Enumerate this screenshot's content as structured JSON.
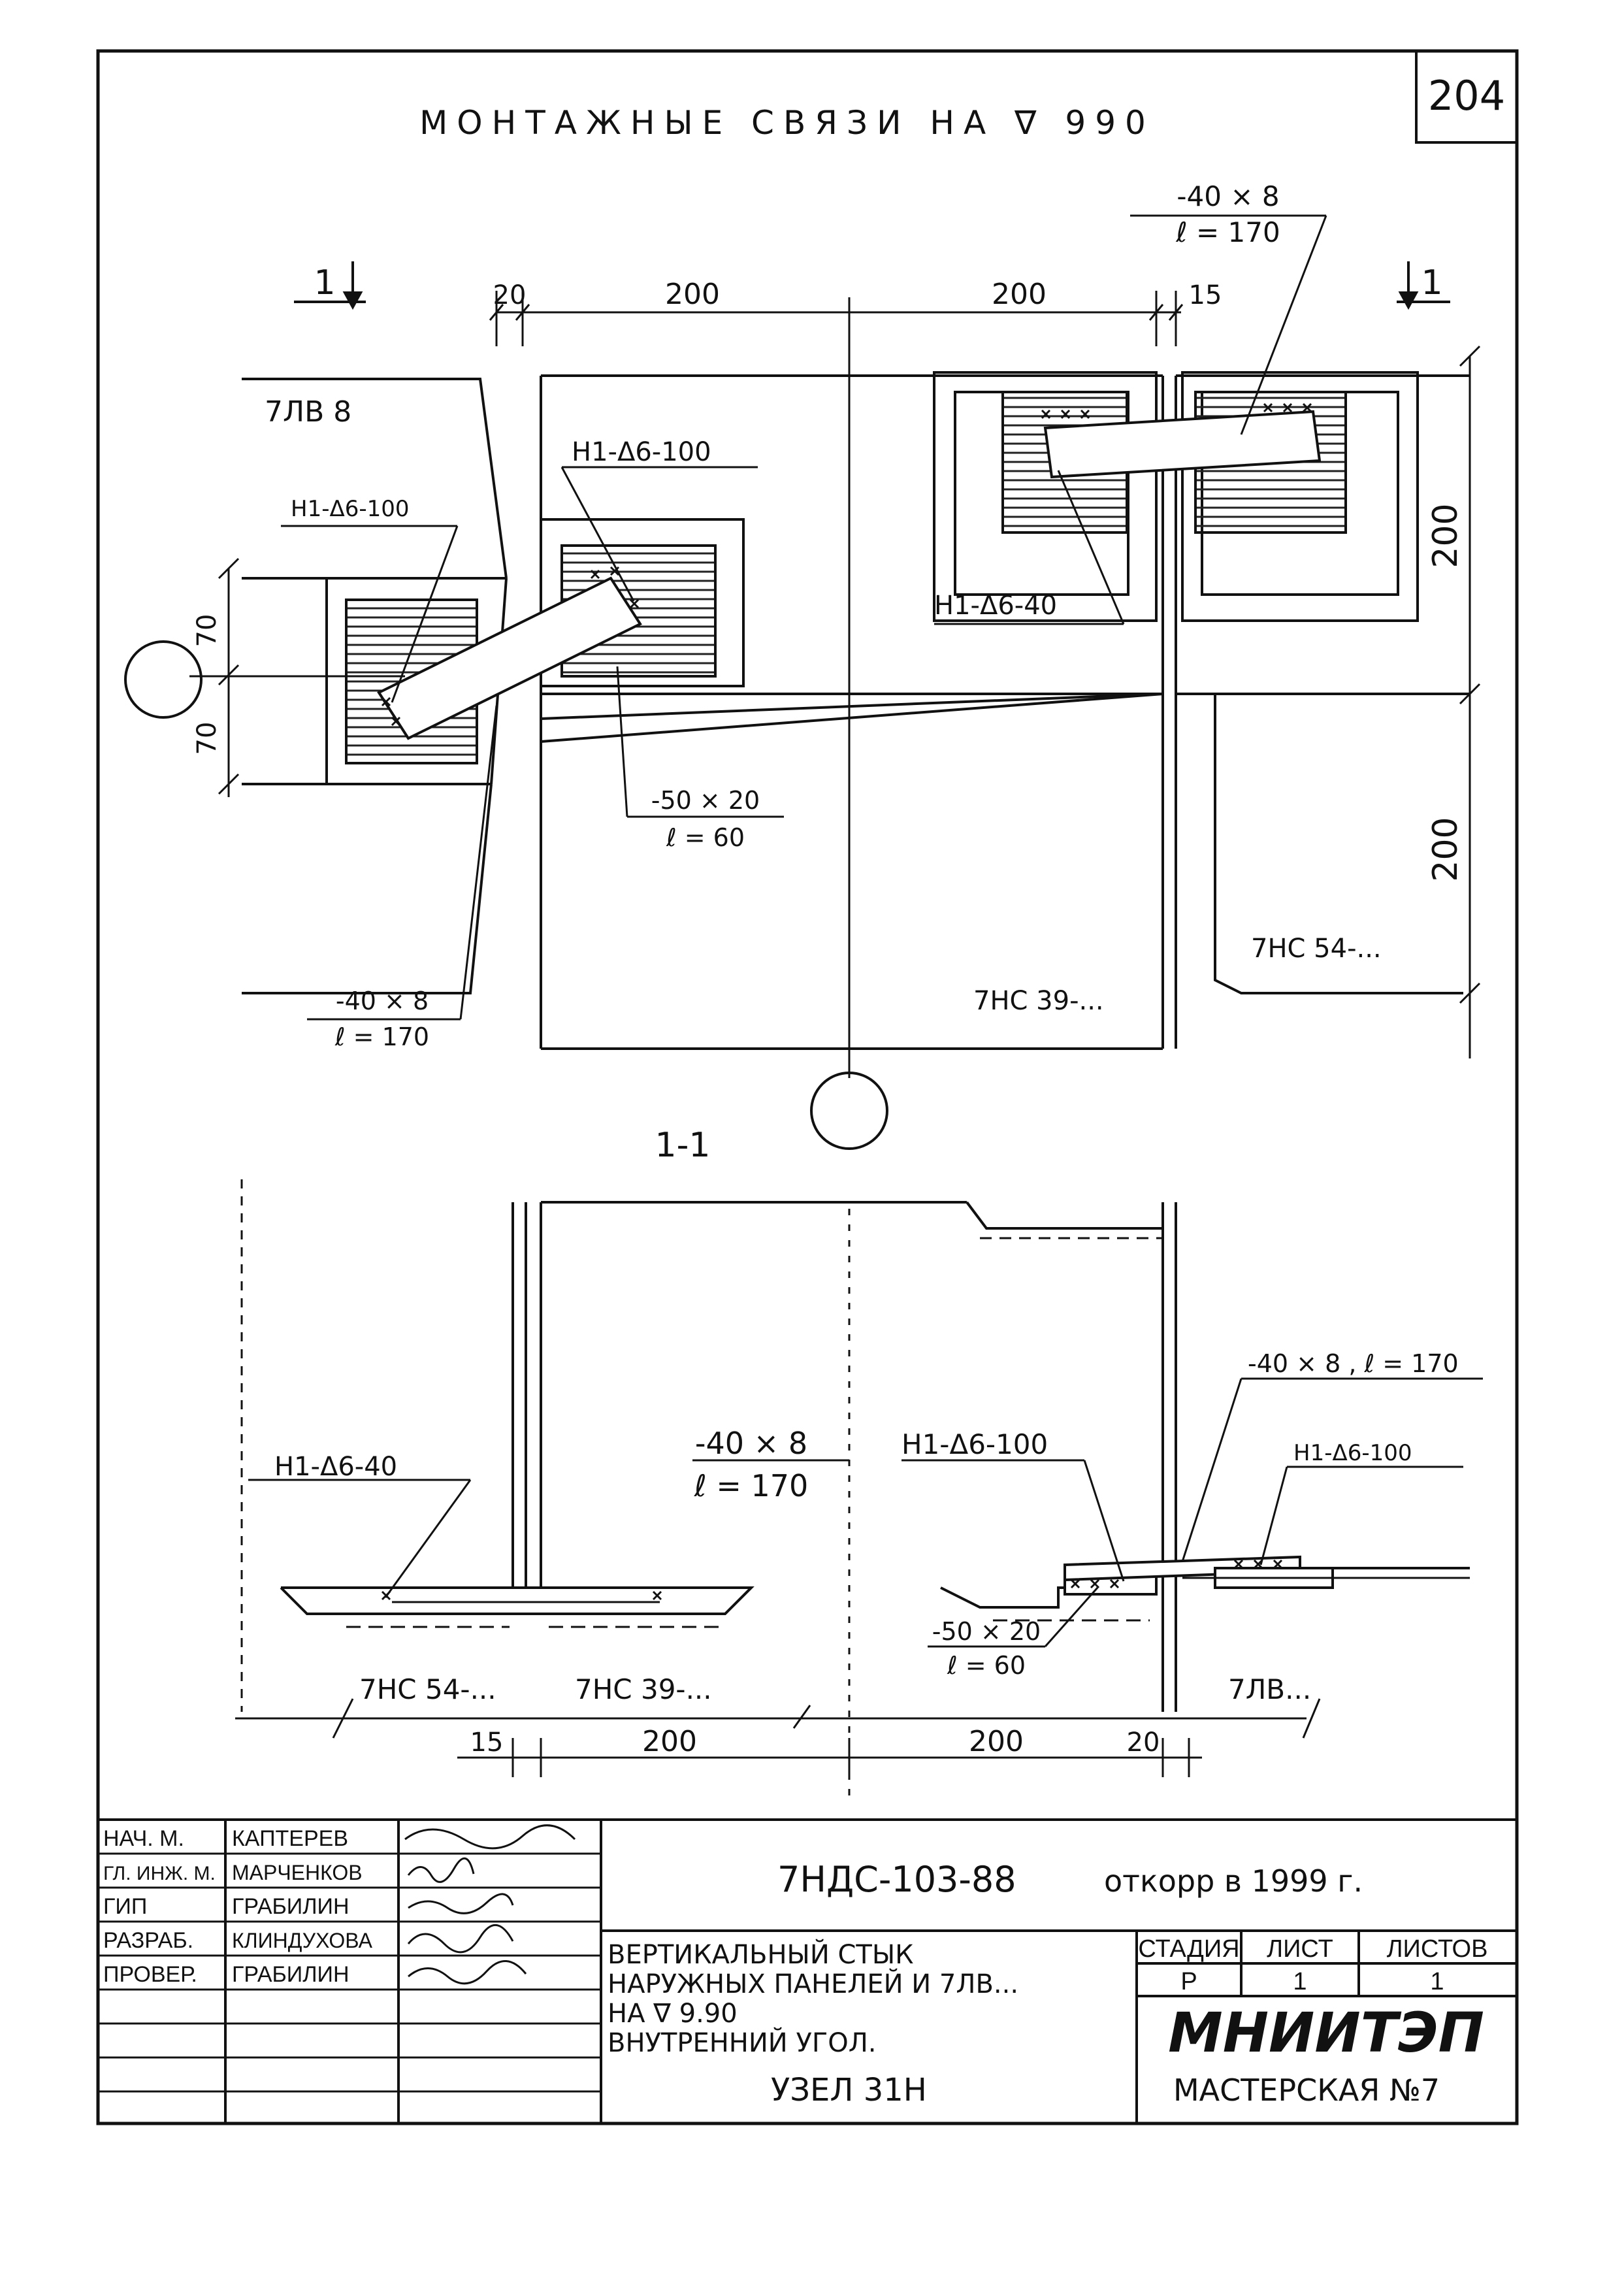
{
  "sheet": {
    "sheet_number": "204",
    "title": "МОНТАЖНЫЕ СВЯЗИ НА ∇ 990"
  },
  "plan": {
    "section_mark_left": "1",
    "section_mark_right": "1",
    "dims_top": [
      "20",
      "200",
      "200",
      "15"
    ],
    "dims_right": [
      "200",
      "200"
    ],
    "dims_left": [
      "70",
      "70"
    ],
    "panel_left": "7ЛВ 8",
    "panel_center": "7НС 39-...",
    "panel_right": "7НС 54-...",
    "weld_left": "Н1-Δ6-100",
    "weld_center": "Н1-Δ6-100",
    "weld_right": "Н1-Δ6-40",
    "plate_top_line1": "-40 × 8",
    "plate_top_line2": "ℓ = 170",
    "plate_center_line1": "-50 × 20",
    "plate_center_line2": "ℓ = 60",
    "plate_left_line1": "-40 × 8",
    "plate_left_line2": "ℓ = 170"
  },
  "section": {
    "label": "1-1",
    "weld_left": "Н1-Δ6-40",
    "plate_mid_line1": "-40 × 8",
    "plate_mid_line2": "ℓ = 170",
    "weld_mid": "Н1-Δ6-100",
    "plate_right": "-40 × 8 , ℓ = 170",
    "weld_right": "Н1-Δ6-100",
    "plate_low_line1": "-50 × 20",
    "plate_low_line2": "ℓ = 60",
    "panel_1": "7НС 54-...",
    "panel_2": "7НС 39-...",
    "panel_3": "7ЛВ...",
    "dims_bottom": [
      "15",
      "200",
      "200",
      "20"
    ]
  },
  "title_block": {
    "roles": [
      "НАЧ. М.",
      "ГЛ. ИНЖ. М.",
      "ГИП",
      "РАЗРАБ.",
      "ПРОВЕР."
    ],
    "names": [
      "КАПТЕРЕВ",
      "МАРЧЕНКОВ",
      "ГРАБИЛИН",
      "КЛИНДУХОВА",
      "ГРАБИЛИН"
    ],
    "project_code": "7НДС-103-88",
    "correction_note": "откорр в 1999 г.",
    "description": [
      "ВЕРТИКАЛЬНЫЙ СТЫК",
      "НАРУЖНЫХ ПАНЕЛЕЙ И 7ЛВ...",
      "НА ∇ 9.90",
      "ВНУТРЕННИЙ УГОЛ."
    ],
    "node": "УЗЕЛ 31Н",
    "stage_header": "СТАДИЯ",
    "sheet_header": "ЛИСТ",
    "sheets_header": "ЛИСТОВ",
    "stage_value": "Р",
    "sheet_value": "1",
    "sheets_value": "1",
    "organization": "МНИИТЭП",
    "workshop": "МАСТЕРСКАЯ №7"
  }
}
